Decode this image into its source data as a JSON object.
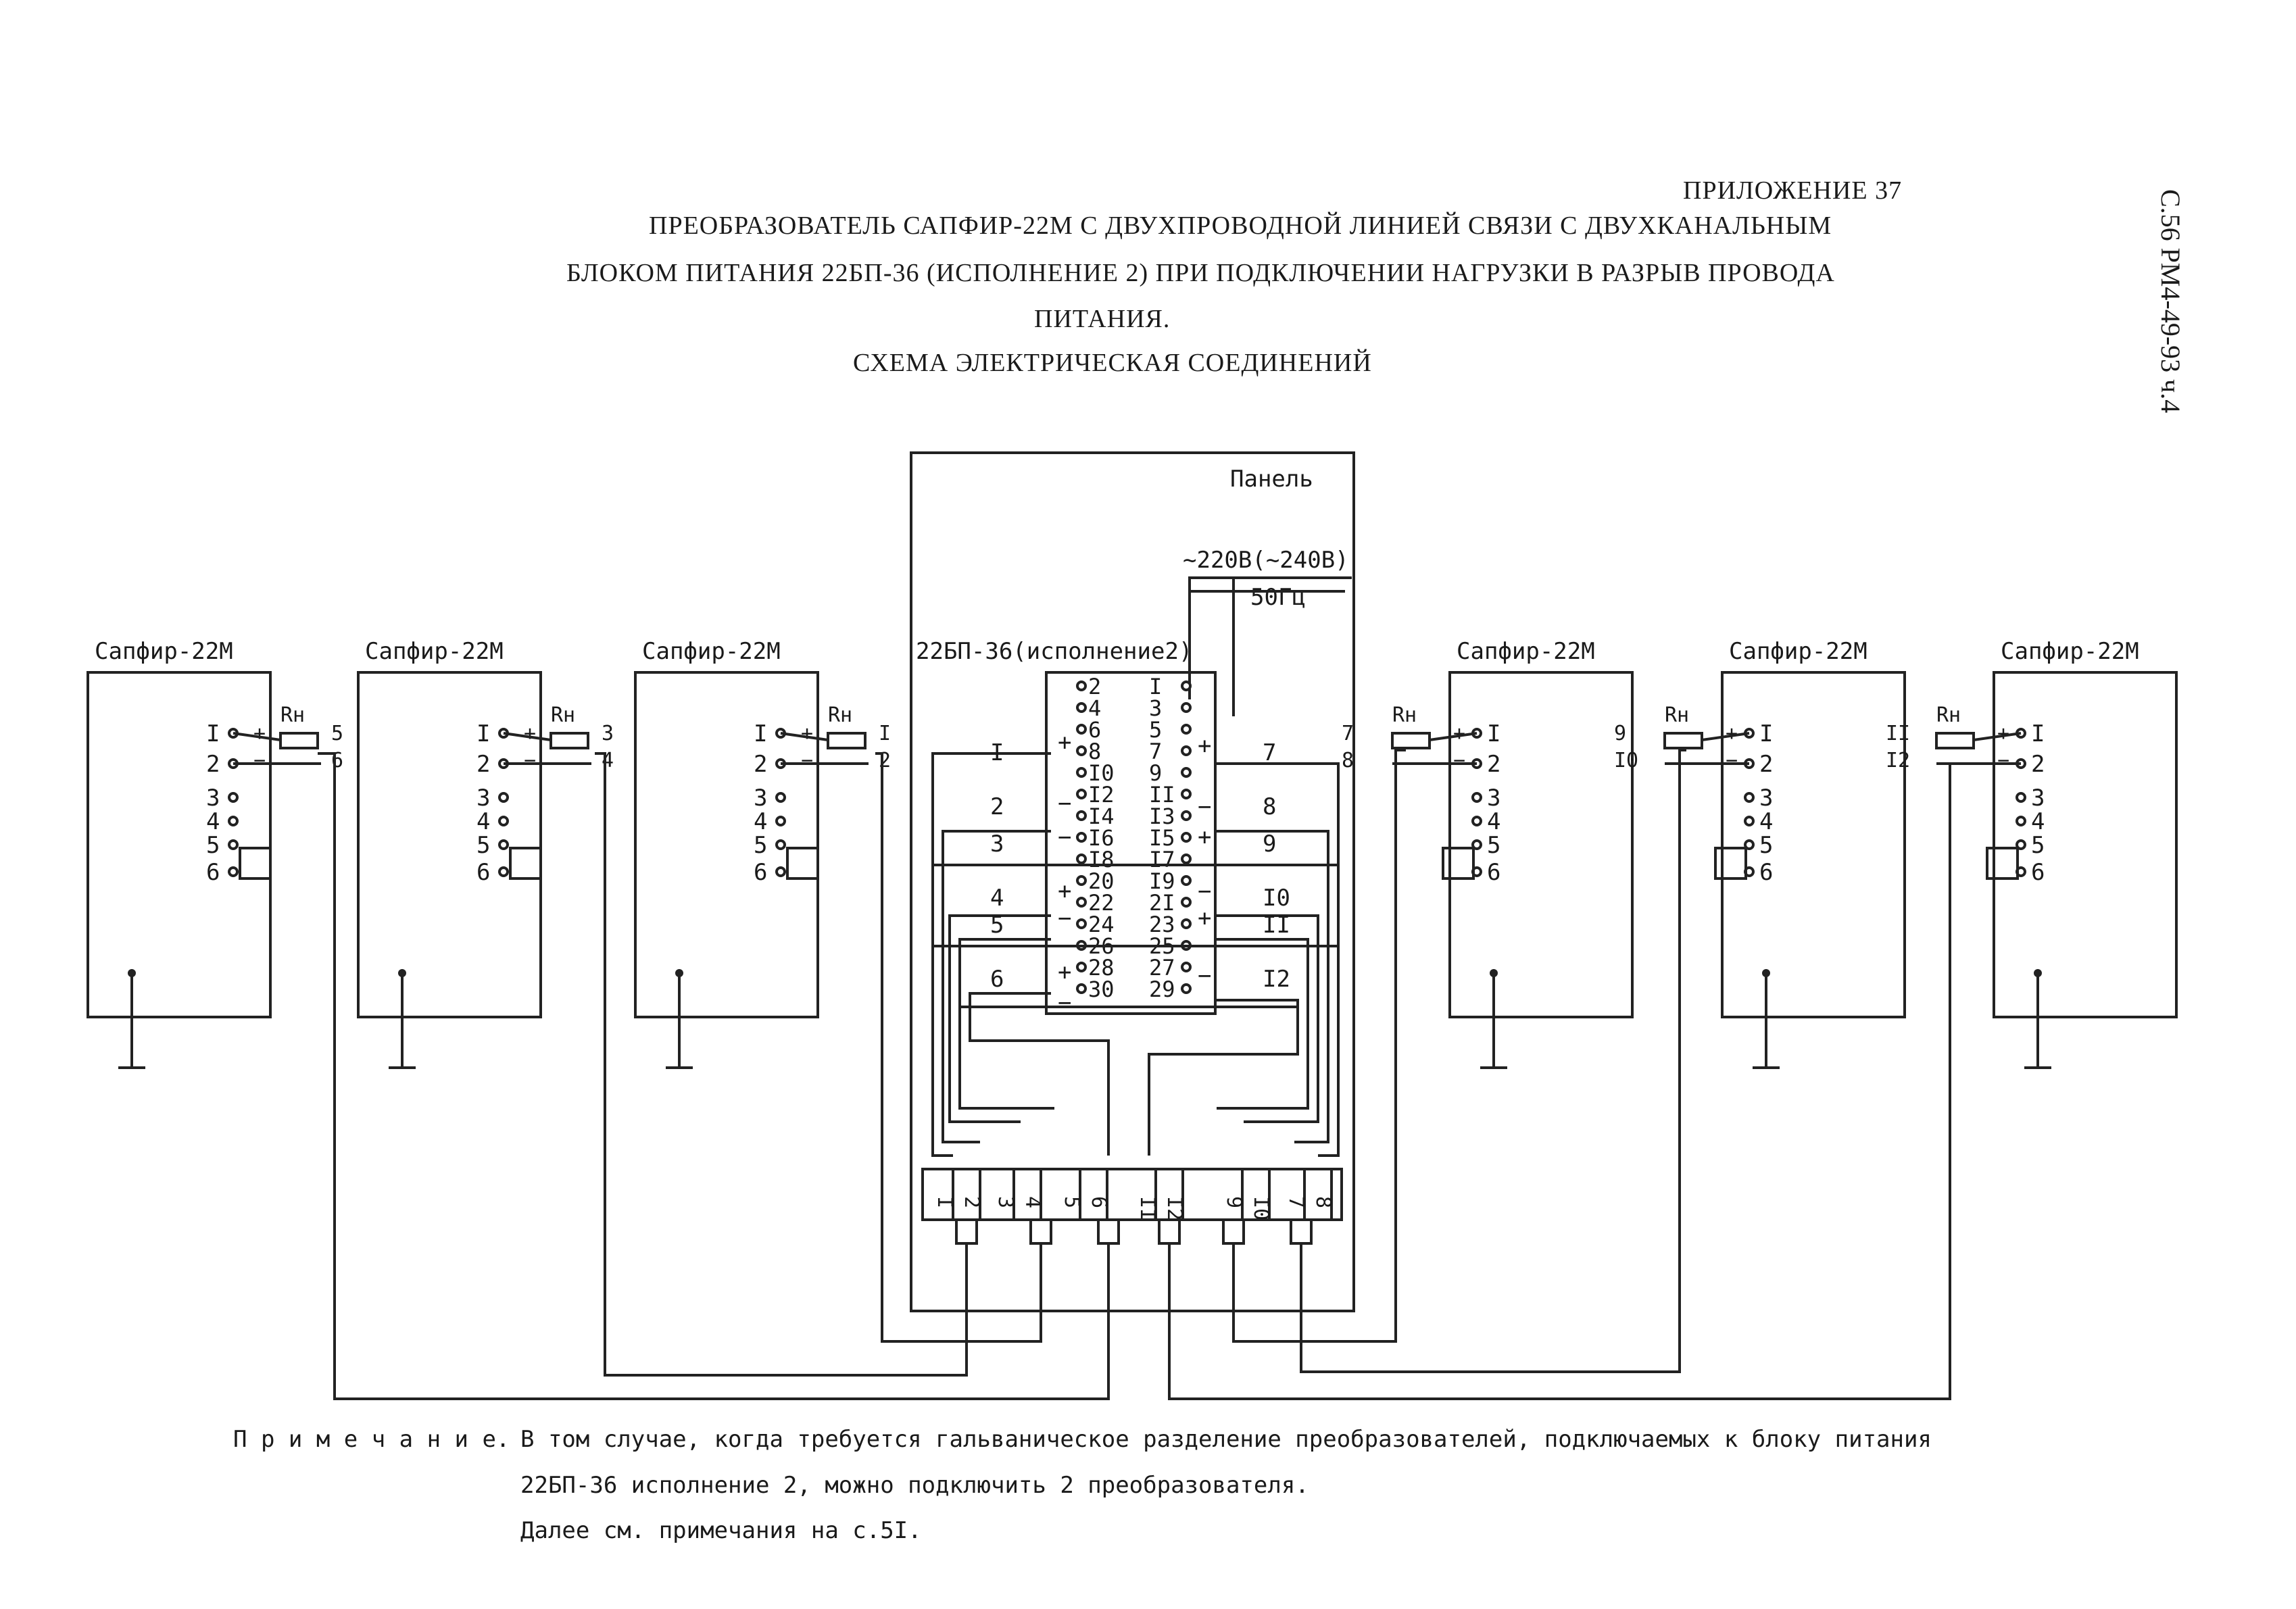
{
  "header": {
    "appendix": "ПРИЛОЖЕНИЕ 37",
    "title_line1": "ПРЕОБРАЗОВАТЕЛЬ САПФИР-22М С ДВУХПРОВОДНОЙ ЛИНИЕЙ СВЯЗИ С ДВУХКАНАЛЬНЫМ",
    "title_line2": "БЛОКОМ ПИТАНИЯ 22БП-36 (ИСПОЛНЕНИЕ 2) ПРИ ПОДКЛЮЧЕНИИ НАГРУЗКИ В РАЗРЫВ ПРОВОДА",
    "title_line3": "ПИТАНИЯ.",
    "title_line4": "СХЕМА ЭЛЕКТРИЧЕСКАЯ СОЕДИНЕНИЙ"
  },
  "side_code": "С.56  РМ4-49-93 ч.4",
  "panel": {
    "label": "Панель",
    "supply_voltage": "~220В(~240В)",
    "supply_freq": "50Гц",
    "psu_label": "22БП-36(исполнение2)",
    "psu_left_terminals": [
      "2",
      "4",
      "6",
      "8",
      "I0",
      "I2",
      "I4",
      "I6",
      "I8",
      "20",
      "22",
      "24",
      "26",
      "28",
      "30"
    ],
    "psu_right_terminals": [
      "I",
      "3",
      "5",
      "7",
      "9",
      "II",
      "I3",
      "I5",
      "I7",
      "I9",
      "2I",
      "23",
      "25",
      "27",
      "29"
    ],
    "psu_left_marks": [
      "+",
      "−",
      "−",
      "+",
      "−",
      "+",
      "−"
    ],
    "psu_right_marks": [
      "+",
      "−",
      "+",
      "−",
      "+",
      "−"
    ],
    "channels_left": [
      "I",
      "2",
      "3",
      "4",
      "5",
      "6"
    ],
    "channels_right": [
      "7",
      "8",
      "9",
      "I0",
      "II",
      "I2"
    ],
    "terminal_block": [
      "I",
      "2",
      "3",
      "4",
      "5",
      "6",
      "II",
      "I2",
      "9",
      "I0",
      "7",
      "8"
    ]
  },
  "transmitters": [
    {
      "name": "Сапфир-22М",
      "rn": "Rн",
      "rn_terms": [
        "5",
        "6"
      ],
      "pins": [
        "I",
        "2",
        "3",
        "4",
        "5",
        "6"
      ]
    },
    {
      "name": "Сапфир-22М",
      "rn": "Rн",
      "rn_terms": [
        "3",
        "4"
      ],
      "pins": [
        "I",
        "2",
        "3",
        "4",
        "5",
        "6"
      ]
    },
    {
      "name": "Сапфир-22М",
      "rn": "Rн",
      "rn_terms": [
        "I",
        "2"
      ],
      "pins": [
        "I",
        "2",
        "3",
        "4",
        "5",
        "6"
      ]
    },
    {
      "name": "Сапфир-22М",
      "rn": "Rн",
      "rn_terms": [
        "7",
        "8"
      ],
      "pins": [
        "I",
        "2",
        "3",
        "4",
        "5",
        "6"
      ]
    },
    {
      "name": "Сапфир-22М",
      "rn": "Rн",
      "rn_terms": [
        "9",
        "I0"
      ],
      "pins": [
        "I",
        "2",
        "3",
        "4",
        "5",
        "6"
      ]
    },
    {
      "name": "Сапфир-22М",
      "rn": "Rн",
      "rn_terms": [
        "II",
        "I2"
      ],
      "pins": [
        "I",
        "2",
        "3",
        "4",
        "5",
        "6"
      ]
    }
  ],
  "polarity": {
    "plus": "+",
    "minus": "−"
  },
  "notes": {
    "label": "П р и м е ч а н и е.",
    "line1": "В том случае, когда требуется гальваническое разделение преобразователей, подключаемых к блоку питания",
    "line2": "22БП-36 исполнение 2, можно подключить 2 преобразователя.",
    "line3": "Далее см. примечания на с.5I."
  }
}
